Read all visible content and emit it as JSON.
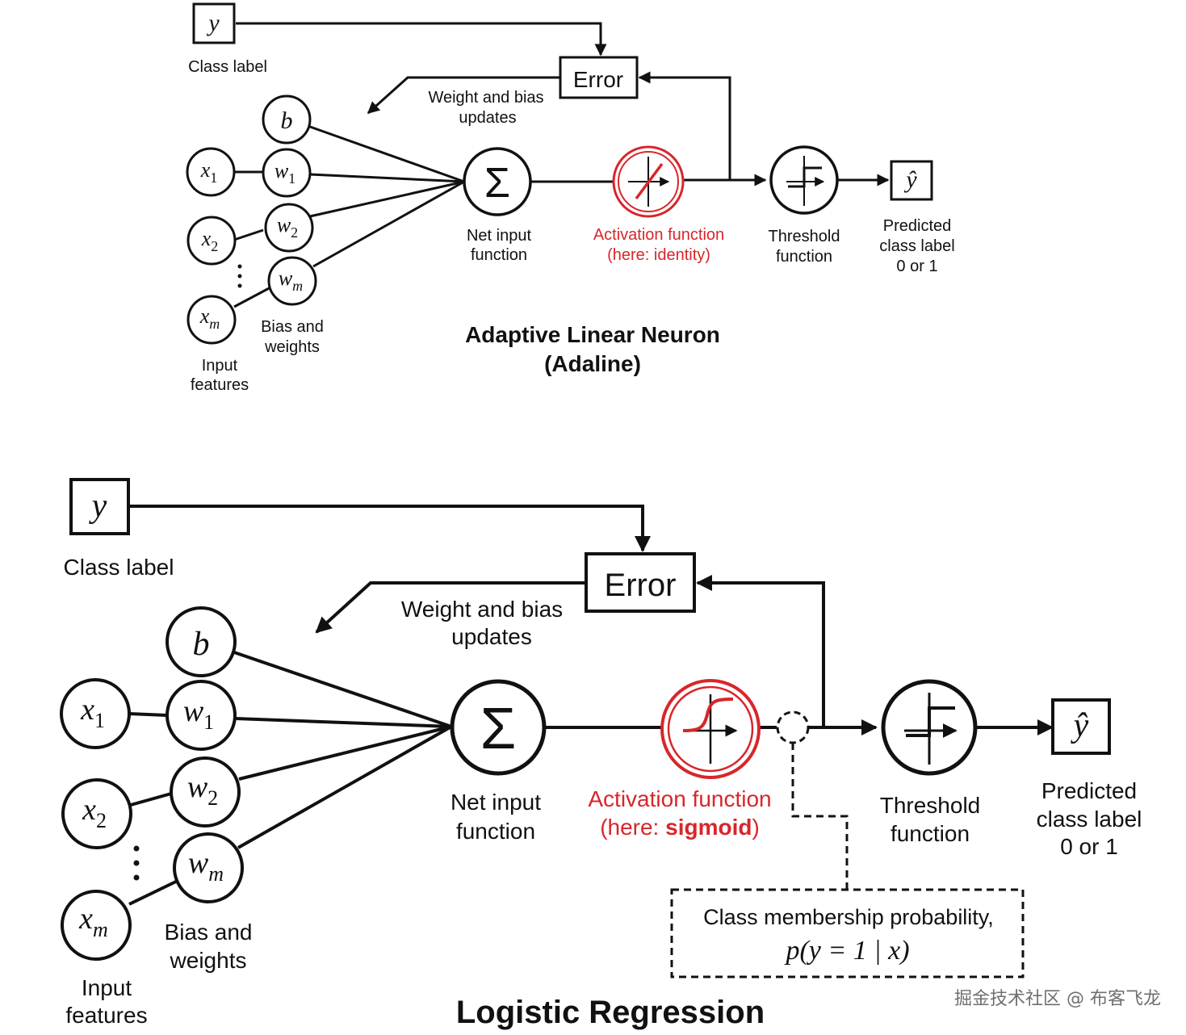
{
  "adaline": {
    "class_symbol": "y",
    "class_label": "Class label",
    "error_label": "Error",
    "update_line1": "Weight and bias",
    "update_line2": "updates",
    "bias_symbol": "b",
    "x_labels": [
      {
        "var": "x",
        "sub": "1"
      },
      {
        "var": "x",
        "sub": "2"
      },
      {
        "var": "x",
        "sub": "m"
      }
    ],
    "w_labels": [
      {
        "var": "w",
        "sub": "1"
      },
      {
        "var": "w",
        "sub": "2"
      },
      {
        "var": "w",
        "sub": "m"
      }
    ],
    "sum_symbol": "Σ",
    "net_input_line1": "Net input",
    "net_input_line2": "function",
    "activation_line1": "Activation function",
    "activation_line2": "(here: identity)",
    "threshold_line1": "Threshold",
    "threshold_line2": "function",
    "predicted_symbol": "ŷ",
    "predicted_line1": "Predicted",
    "predicted_line2": "class label",
    "predicted_line3": "0 or 1",
    "bias_weights_line1": "Bias and",
    "bias_weights_line2": "weights",
    "input_line1": "Input",
    "input_line2": "features",
    "title_line1": "Adaptive Linear Neuron",
    "title_line2": "(Adaline)"
  },
  "logistic": {
    "class_symbol": "y",
    "class_label": "Class label",
    "error_label": "Error",
    "update_line1": "Weight and bias",
    "update_line2": "updates",
    "bias_symbol": "b",
    "x_labels": [
      {
        "var": "x",
        "sub": "1"
      },
      {
        "var": "x",
        "sub": "2"
      },
      {
        "var": "x",
        "sub": "m"
      }
    ],
    "w_labels": [
      {
        "var": "w",
        "sub": "1"
      },
      {
        "var": "w",
        "sub": "2"
      },
      {
        "var": "w",
        "sub": "m"
      }
    ],
    "sum_symbol": "Σ",
    "net_input_line1": "Net input",
    "net_input_line2": "function",
    "activation_line1": "Activation function",
    "activation_line2_prefix": "(here: ",
    "activation_line2_bold": "sigmoid",
    "activation_line2_suffix": ")",
    "threshold_line1": "Threshold",
    "threshold_line2": "function",
    "predicted_symbol": "ŷ",
    "predicted_line1": "Predicted",
    "predicted_line2": "class label",
    "predicted_line3": "0 or 1",
    "bias_weights_line1": "Bias and",
    "bias_weights_line2": "weights",
    "input_line1": "Input",
    "input_line2": "features",
    "probability_line1": "Class membership probability,",
    "probability_formula": "p(y = 1 | x)",
    "title": "Logistic Regression"
  },
  "watermark": "掘金技术社区 @ 布客飞龙",
  "colors": {
    "ink": "#111111",
    "accent": "#d8262a"
  }
}
